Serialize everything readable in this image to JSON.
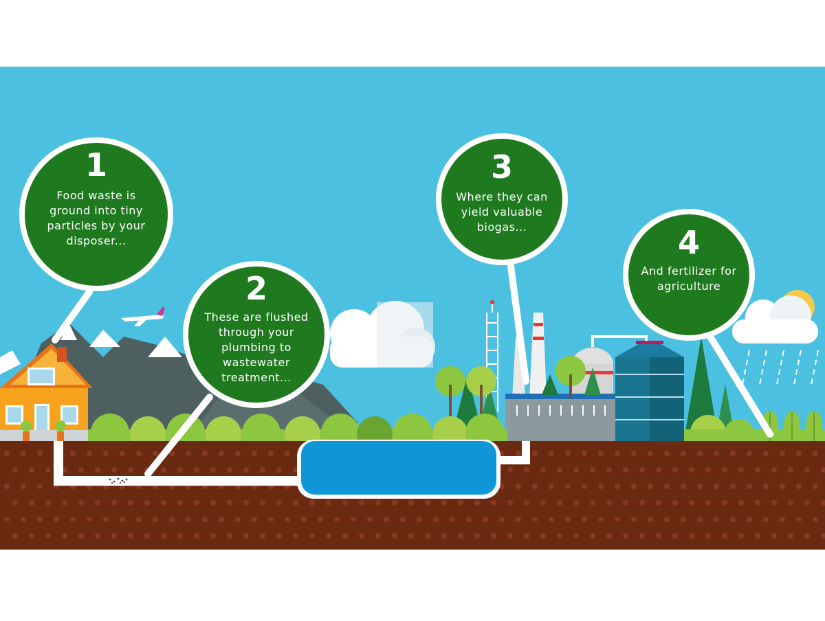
{
  "steps": [
    {
      "number": "1",
      "text": "Food waste is ground into tiny particles by your disposer..."
    },
    {
      "number": "2",
      "text": "These are flushed through your plumbing to wastewater treatment..."
    },
    {
      "number": "3",
      "text": "Where they can yield valuable biogas..."
    },
    {
      "number": "4",
      "text": "And fertilizer for agriculture"
    }
  ],
  "colors": {
    "sky": "#4bc0e0",
    "bubble_green": "#1f7a1f",
    "soil": "#6a2a12",
    "water": "#0e96d8",
    "grass": "#8dc63f",
    "house": "#f6a21c",
    "mountain": "#4d5f5f"
  }
}
